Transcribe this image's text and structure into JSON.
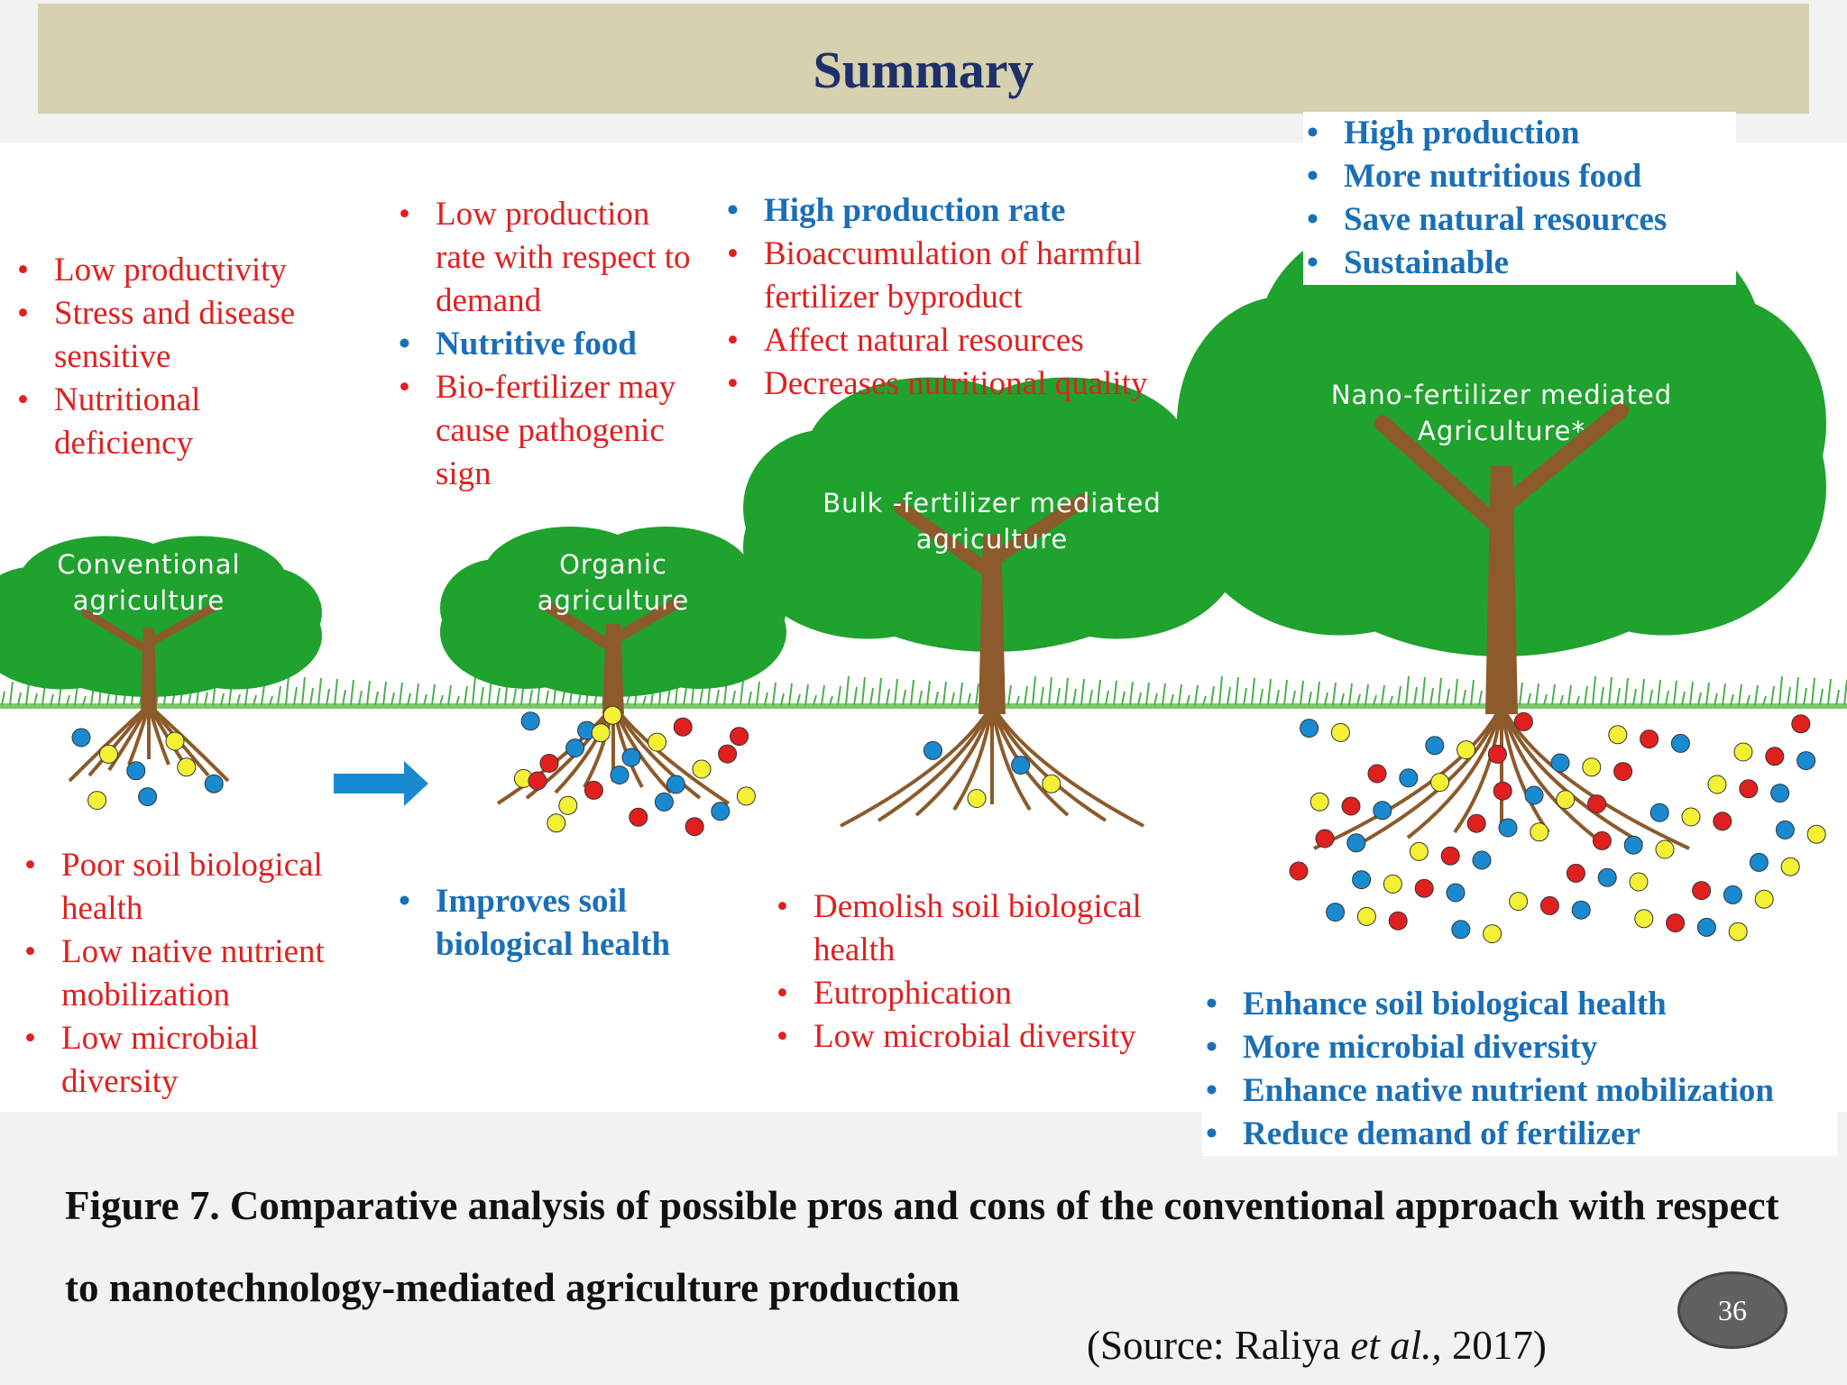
{
  "slide": {
    "title": "Summary",
    "page_number": "36"
  },
  "arrow": {
    "icon": "right-arrow-icon",
    "color": "#1a8ad0"
  },
  "stages": [
    {
      "label_lines": [
        "Conventional",
        "agriculture"
      ],
      "above": [
        {
          "text": "Low productivity",
          "tone": "con"
        },
        {
          "text": "Stress and disease sensitive",
          "tone": "con"
        },
        {
          "text": "Nutritional deficiency",
          "tone": "con"
        }
      ],
      "below": [
        {
          "text": "Poor soil biological health",
          "tone": "con"
        },
        {
          "text": "Low native nutrient mobilization",
          "tone": "con"
        },
        {
          "text": "Low microbial diversity",
          "tone": "con"
        }
      ]
    },
    {
      "label_lines": [
        "Organic",
        "agriculture"
      ],
      "above": [
        {
          "text": "Low production rate with respect to demand",
          "tone": "con"
        },
        {
          "text": "Nutritive food",
          "tone": "pro"
        },
        {
          "text": "Bio-fertilizer may cause pathogenic sign",
          "tone": "con"
        }
      ],
      "below": [
        {
          "text": "Improves soil biological health",
          "tone": "pro"
        }
      ]
    },
    {
      "label_lines": [
        "Bulk -fertilizer mediated",
        "agriculture"
      ],
      "above": [
        {
          "text": "High production rate",
          "tone": "pro"
        },
        {
          "text": "Bioaccumulation of harmful fertilizer byproduct",
          "tone": "con"
        },
        {
          "text": "Affect natural resources",
          "tone": "con"
        },
        {
          "text": "Decreases nutritional quality",
          "tone": "con"
        }
      ],
      "below": [
        {
          "text": "Demolish soil biological health",
          "tone": "con"
        },
        {
          "text": "Eutrophication",
          "tone": "con"
        },
        {
          "text": "Low microbial diversity",
          "tone": "con"
        }
      ]
    },
    {
      "label_lines": [
        "Nano-fertilizer mediated",
        "Agriculture*"
      ],
      "above": [
        {
          "text": "High production",
          "tone": "pro"
        },
        {
          "text": "More nutritious food",
          "tone": "pro"
        },
        {
          "text": "Save natural resources",
          "tone": "pro"
        },
        {
          "text": "Sustainable",
          "tone": "pro"
        }
      ],
      "below": [
        {
          "text": "Enhance soil biological health",
          "tone": "pro"
        },
        {
          "text": "More microbial diversity",
          "tone": "pro"
        },
        {
          "text": "Enhance native nutrient mobilization",
          "tone": "pro"
        },
        {
          "text": "Reduce demand of fertilizer",
          "tone": "pro"
        }
      ]
    }
  ],
  "caption": "Figure 7. Comparative analysis of possible pros and cons of the conventional approach with respect to nanotechnology-mediated agriculture production",
  "source": {
    "open": "(Source: Raliya ",
    "italic": "et al.,",
    "close": " 2017)"
  },
  "colors": {
    "con": "#e0201f",
    "pro": "#1a6fb6",
    "canopy": "#1fa22e",
    "trunk": "#8c5a2b",
    "grass": "#4caf50"
  }
}
